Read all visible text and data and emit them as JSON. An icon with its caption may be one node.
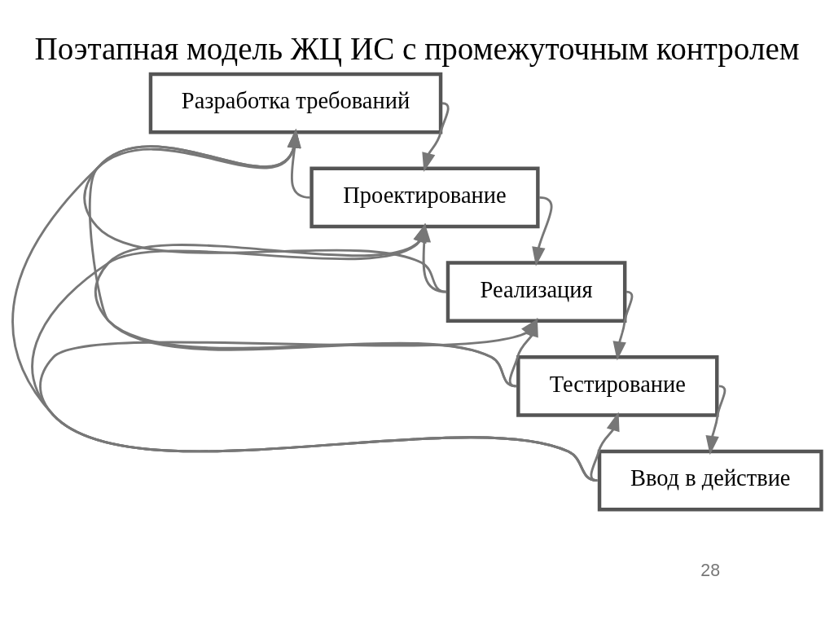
{
  "diagram": {
    "title": "Поэтапная модель ЖЦ ИС с промежуточным контролем",
    "nodes": [
      {
        "text": [
          "Разработка требований"
        ]
      },
      {
        "text": [
          "Проектирование"
        ]
      },
      {
        "text": [
          "Реализация"
        ]
      },
      {
        "text": [
          "Тестирование"
        ]
      },
      {
        "text": [
          "Ввод в действие"
        ]
      }
    ],
    "edges": [
      {
        "from": 0,
        "to": 1,
        "arrow": "to"
      },
      {
        "from": 1,
        "to": 2,
        "arrow": "to"
      },
      {
        "from": 2,
        "to": 3,
        "arrow": "to"
      },
      {
        "from": 3,
        "to": 4,
        "arrow": "to"
      },
      {
        "from": 1,
        "to": 0,
        "arrow": "to"
      },
      {
        "from": 2,
        "to": 0,
        "arrow": "to"
      },
      {
        "from": 2,
        "to": 1,
        "arrow": "to"
      },
      {
        "from": 3,
        "to": 0,
        "arrow": "to"
      },
      {
        "from": 3,
        "to": 1,
        "arrow": "to"
      },
      {
        "from": 3,
        "to": 2,
        "arrow": "to"
      },
      {
        "from": 4,
        "to": 0,
        "arrow": "to"
      },
      {
        "from": 4,
        "to": 1,
        "arrow": "to"
      },
      {
        "from": 4,
        "to": 2,
        "arrow": "to"
      },
      {
        "from": 4,
        "to": 3,
        "arrow": "to"
      }
    ],
    "labels": [
      "28"
    ]
  }
}
